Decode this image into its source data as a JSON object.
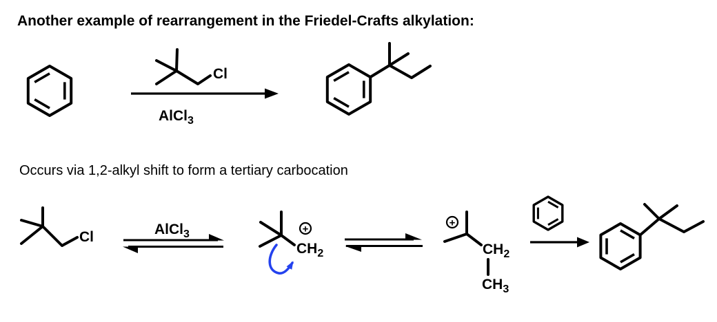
{
  "title": "Another example of rearrangement in the Friedel-Crafts alkylation:",
  "subtitle": "Occurs via 1,2-alkyl shift to form a tertiary carbocation",
  "colors": {
    "structure_black": "#000000",
    "chlorine_green": "#33cc00",
    "shift_arrow_blue": "#2442ee",
    "background": "#ffffff"
  },
  "labels": {
    "chlorine": "Cl",
    "catalyst_base": "AlCl",
    "catalyst_sub": "3",
    "ch2_base": "CH",
    "ch2_sub": "2",
    "ch3_base": "CH",
    "ch3_sub": "3",
    "plus_charge": "+"
  }
}
